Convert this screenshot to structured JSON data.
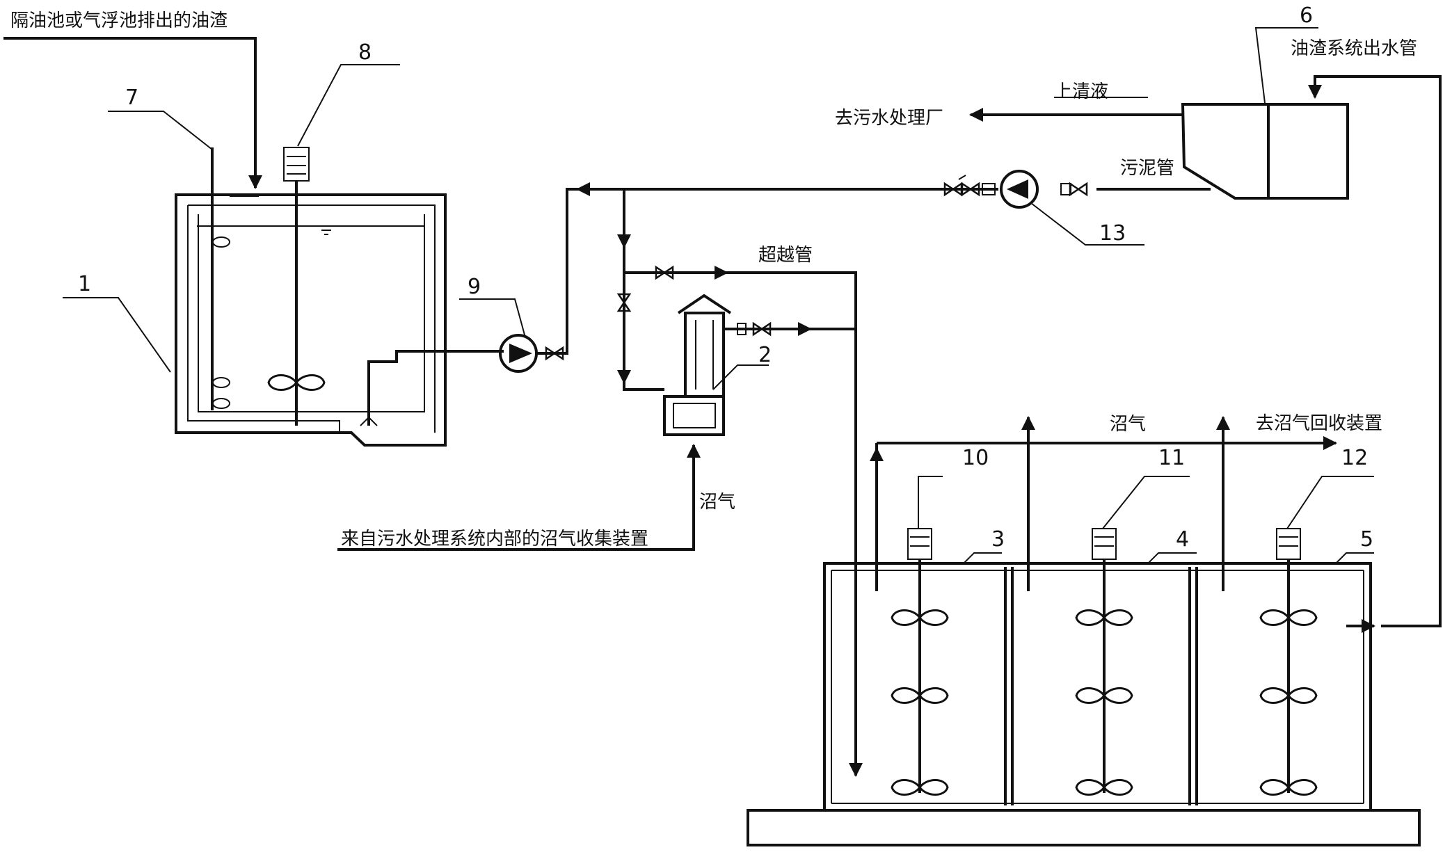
{
  "labels": {
    "oil_scum_inlet": "隔油池或气浮池排出的油渣",
    "supernatant": "上清液",
    "to_wwtp": "去污水处理厂",
    "sludge_pipe": "污泥管",
    "scum_outlet_pipe": "油渣系统出水管",
    "bypass_pipe": "超越管",
    "biogas_left": "沼气",
    "biogas_top": "沼气",
    "to_biogas_recovery": "去沼气回收装置",
    "from_biogas_collection": "来自污水处理系统内部的沼气收集装置"
  },
  "numbers": {
    "n1": "1",
    "n2": "2",
    "n3": "3",
    "n4": "4",
    "n5": "5",
    "n6": "6",
    "n7": "7",
    "n8": "8",
    "n9": "9",
    "n10": "10",
    "n11": "11",
    "n12": "12",
    "n13": "13"
  }
}
